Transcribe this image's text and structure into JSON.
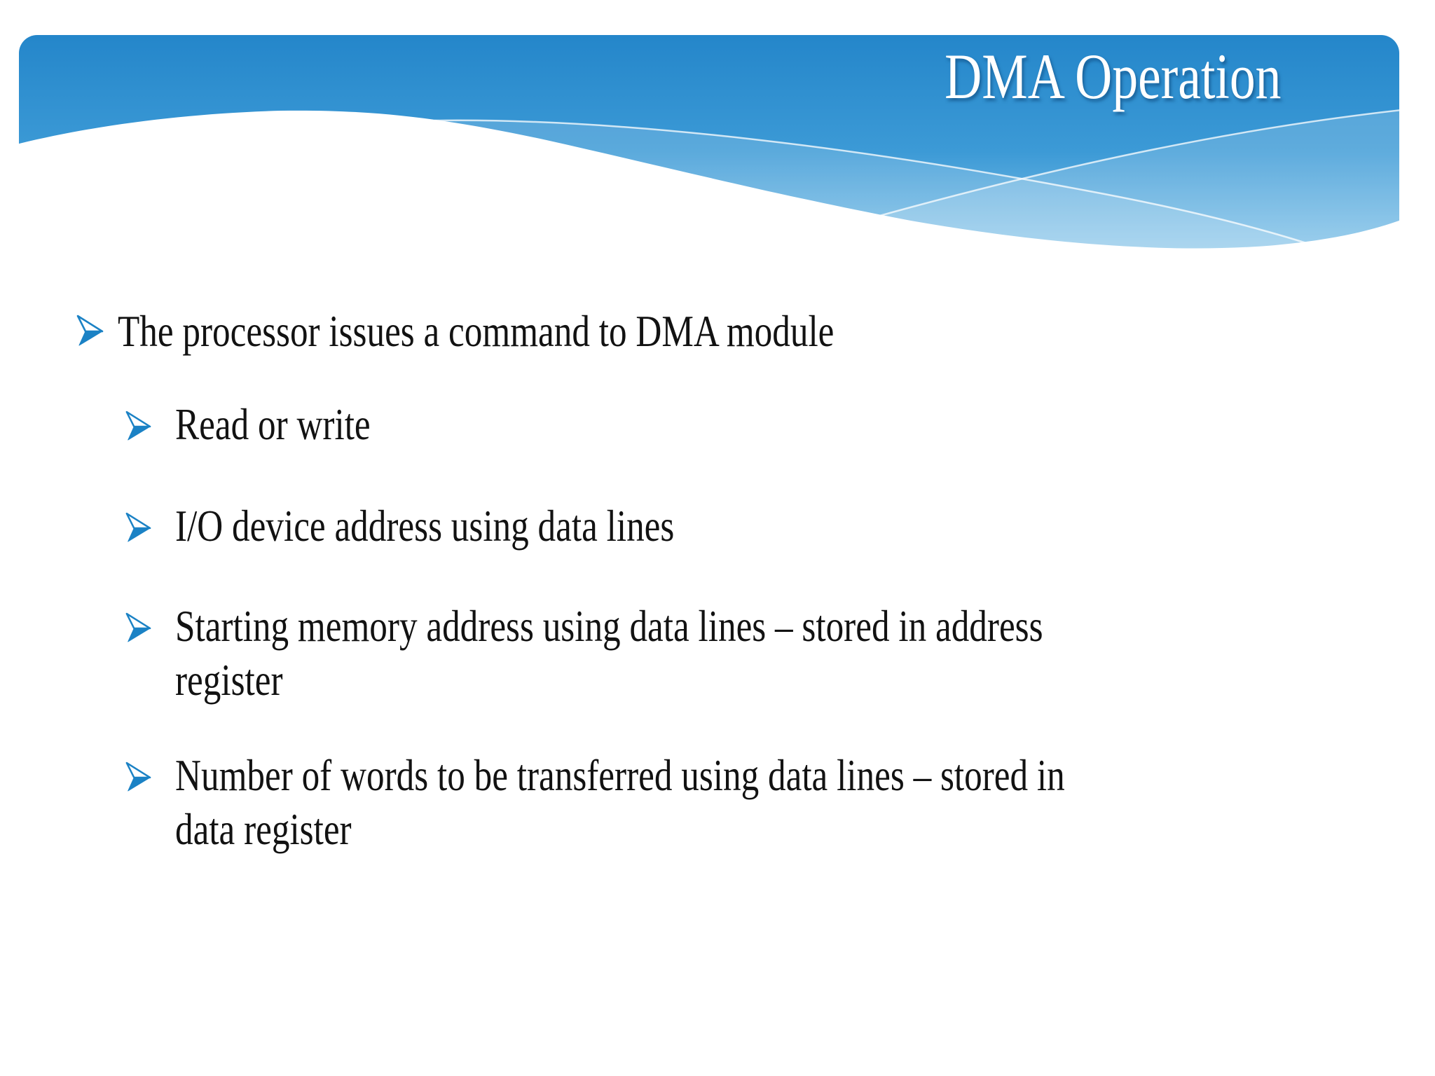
{
  "slide": {
    "title": "DMA Operation",
    "bullets": [
      {
        "level": 1,
        "text": "The processor issues a command to DMA module"
      },
      {
        "level": 2,
        "text": "Read or write"
      },
      {
        "level": 2,
        "text": "I/O device address using data lines"
      },
      {
        "level": 2,
        "text": "Starting memory address using data lines – stored in address register"
      },
      {
        "level": 2,
        "text": "Number of words to be transferred using data lines – stored in data register"
      }
    ]
  },
  "theme": {
    "accent_blue": "#1b82c5",
    "header_gradient_top": "#2486ca",
    "header_gradient_mid": "#3c9ad6",
    "header_gradient_bottom": "#a9d8f2",
    "title_color": "#ffffff",
    "body_text_color": "#121212",
    "background": "#ffffff",
    "icons": {
      "bullet": "arrowhead-right-3d"
    }
  }
}
